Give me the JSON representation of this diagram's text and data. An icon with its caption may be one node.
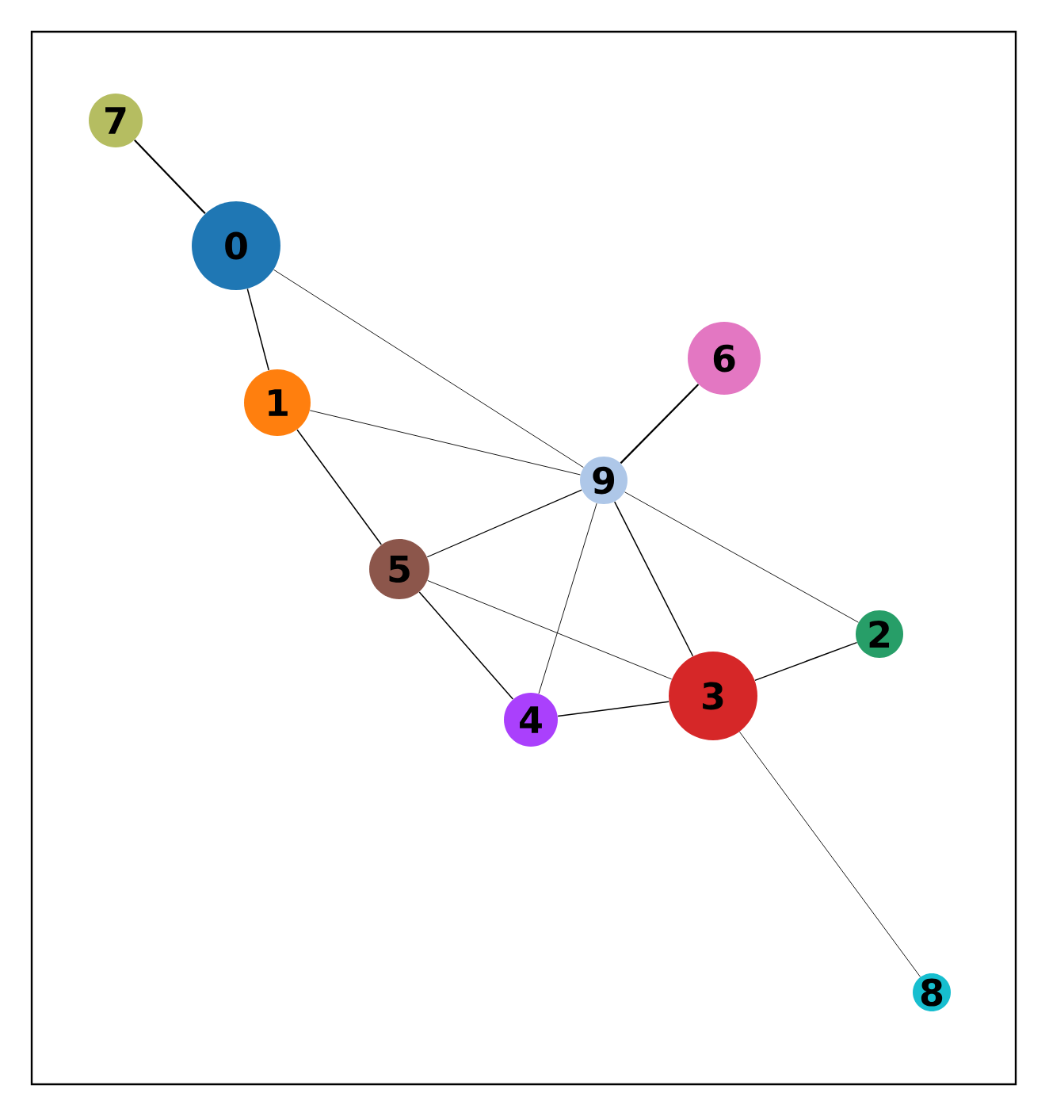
{
  "diagram": {
    "nodes": [
      {
        "text": [
          "0"
        ]
      },
      {
        "text": [
          "1"
        ]
      },
      {
        "text": [
          "2"
        ]
      },
      {
        "text": [
          "3"
        ]
      },
      {
        "text": [
          "4"
        ]
      },
      {
        "text": [
          "5"
        ]
      },
      {
        "text": [
          "6"
        ]
      },
      {
        "text": [
          "7"
        ]
      },
      {
        "text": [
          "8"
        ]
      },
      {
        "text": [
          "9"
        ]
      }
    ],
    "edges": [
      {
        "from": 7,
        "to": 0,
        "arrow": "none"
      },
      {
        "from": 0,
        "to": 1,
        "arrow": "none"
      },
      {
        "from": 0,
        "to": 9,
        "arrow": "none"
      },
      {
        "from": 1,
        "to": 9,
        "arrow": "none"
      },
      {
        "from": 1,
        "to": 5,
        "arrow": "none"
      },
      {
        "from": 6,
        "to": 9,
        "arrow": "none"
      },
      {
        "from": 9,
        "to": 5,
        "arrow": "none"
      },
      {
        "from": 9,
        "to": 4,
        "arrow": "none"
      },
      {
        "from": 9,
        "to": 3,
        "arrow": "none"
      },
      {
        "from": 9,
        "to": 2,
        "arrow": "none"
      },
      {
        "from": 5,
        "to": 3,
        "arrow": "none"
      },
      {
        "from": 5,
        "to": 4,
        "arrow": "none"
      },
      {
        "from": 4,
        "to": 3,
        "arrow": "none"
      },
      {
        "from": 3,
        "to": 2,
        "arrow": "none"
      },
      {
        "from": 3,
        "to": 8,
        "arrow": "none"
      }
    ]
  }
}
